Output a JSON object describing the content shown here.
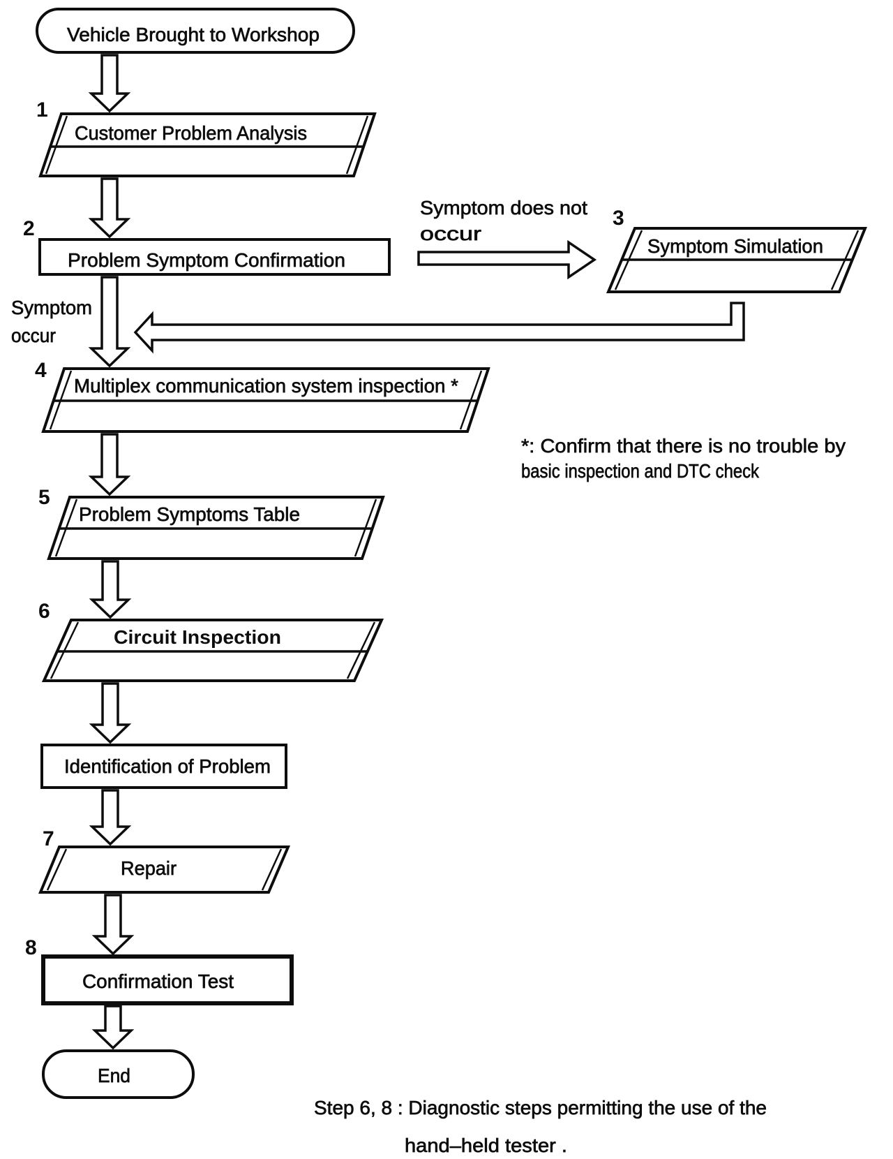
{
  "colors": {
    "ink": "#0d0d0d",
    "background": "#ffffff"
  },
  "flowchart": {
    "start_terminator": {
      "label": "Vehicle Brought to Workshop"
    },
    "end_terminator": {
      "label": "End"
    },
    "steps": [
      {
        "number": "1",
        "label": "Customer Problem Analysis",
        "shape": "parallelogram"
      },
      {
        "number": "2",
        "label": "Problem Symptom Confirmation",
        "shape": "rectangle"
      },
      {
        "number": "3",
        "label": "Symptom Simulation",
        "shape": "parallelogram"
      },
      {
        "number": "4",
        "label": "Multiplex communication system inspection *",
        "shape": "parallelogram"
      },
      {
        "number": "5",
        "label": "Problem Symptoms Table",
        "shape": "parallelogram"
      },
      {
        "number": "6",
        "label": "Circuit Inspection",
        "shape": "parallelogram"
      },
      {
        "number": "",
        "label": "Identification of Problem",
        "shape": "rectangle"
      },
      {
        "number": "7",
        "label": "Repair",
        "shape": "parallelogram"
      },
      {
        "number": "8",
        "label": "Confirmation Test",
        "shape": "rectangle"
      }
    ],
    "branch_labels": {
      "symptom_does_not_occur_line1": "Symptom does not",
      "symptom_does_not_occur_line2": "occur",
      "symptom_occur_line1": "Symptom",
      "symptom_occur_line2": "occur"
    },
    "notes": {
      "asterisk_line1": "*: Confirm that there is no trouble by",
      "asterisk_line2": "basic inspection and DTC check",
      "footer_line1": "Step 6, 8 : Diagnostic steps permitting the use of the",
      "footer_line2": "hand–held tester ."
    }
  }
}
